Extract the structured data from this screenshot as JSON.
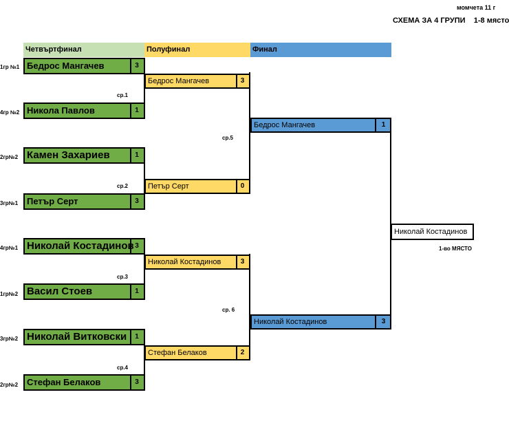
{
  "header": {
    "corner_note": "момчета 11 г",
    "title": "СХЕМА ЗА 4 ГРУПИ    1-8 място"
  },
  "columns": {
    "quarterfinal": "Четвъртфинал",
    "semifinal": "Полуфинал",
    "final": "Финал"
  },
  "colors": {
    "quarterfinal_header": "#c6e0b4",
    "quarterfinal_box": "#70ad47",
    "semifinal": "#ffd966",
    "final": "#5b9bd5"
  },
  "quarterfinals": [
    {
      "seed": "1гр №1",
      "name": "Бедрос Мангачев",
      "score": "3"
    },
    {
      "seed": "4гр №2",
      "name": "Никола Павлов",
      "score": "1"
    },
    {
      "seed": "2гр№2",
      "name": "Камен Захариев",
      "score": "1"
    },
    {
      "seed": "3гр№1",
      "name": "Петър Серт",
      "score": "3"
    },
    {
      "seed": "4гр№1",
      "name": "Николай Костадинов",
      "score": "3"
    },
    {
      "seed": "1гр№2",
      "name": "Васил Стоев",
      "score": "1"
    },
    {
      "seed": "3гр№2",
      "name": "Николай Витковски",
      "score": "1"
    },
    {
      "seed": "2гр№2",
      "name": "Стефан Белаков",
      "score": "3"
    }
  ],
  "matches": {
    "m1": "ср.1",
    "m2": "ср.2",
    "m3": "ср.3",
    "m4": "ср.4",
    "m5": "ср.5",
    "m6": "ср. 6"
  },
  "semifinals": [
    {
      "name": "Бедрос Мангачев",
      "score": "3"
    },
    {
      "name": "Петър Серт",
      "score": "0"
    },
    {
      "name": "Николай Костадинов",
      "score": "3"
    },
    {
      "name": "Стефан Белаков",
      "score": "2"
    }
  ],
  "finals": [
    {
      "name": "Бедрос Мангачев",
      "score": "1"
    },
    {
      "name": "Николай Костадинов",
      "score": "3"
    }
  ],
  "winner": {
    "name": "Николай Костадинов",
    "place_label": "1-во МЯСТО"
  }
}
